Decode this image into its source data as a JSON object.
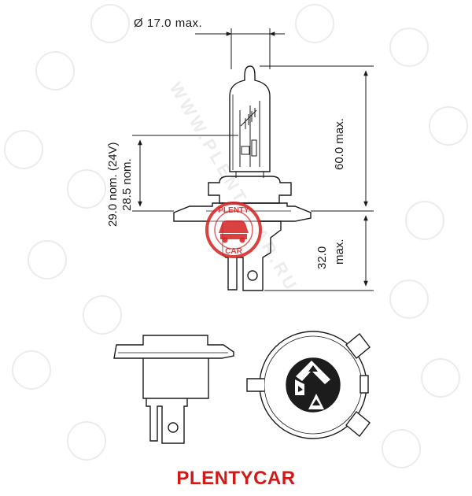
{
  "dimensions": {
    "diameter": "Ø 17.0 max.",
    "height_total": "60.0 max.",
    "height_base_value": "32.0",
    "height_base_suffix": "max.",
    "focal_nom_24v": "29.0 nom. (24V)",
    "focal_nom": "28.5 nom."
  },
  "watermark": {
    "seal_top": "PLENTY",
    "seal_bottom": "CAR",
    "repeat_text": "WWW.PLENTYCAR.RU",
    "color": "#d42020"
  },
  "brand": {
    "label": "PLENTYCAR",
    "color": "#d01a1a"
  },
  "colors": {
    "line": "#1a1a1a",
    "watermark_faint": "#e6e6e6"
  }
}
